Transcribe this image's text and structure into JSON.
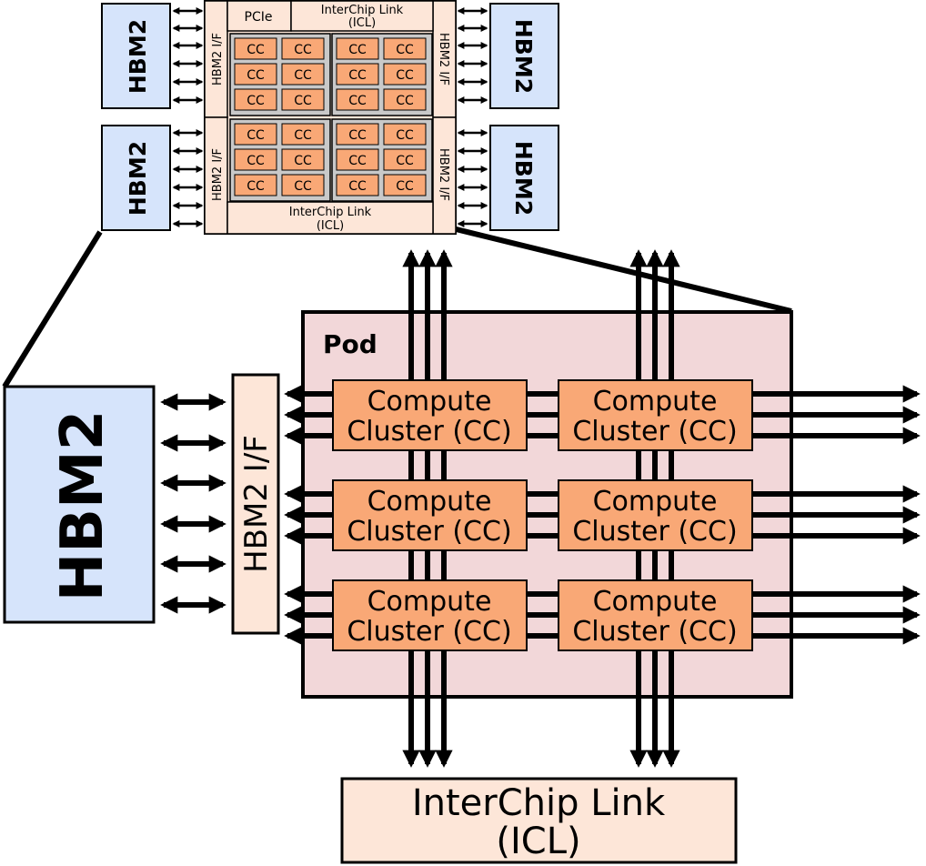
{
  "colors": {
    "hbm_fill": "#d6e4fb",
    "chip_fill": "#fde6d8",
    "pod_fill": "#f2d7d9",
    "cc_fill": "#f9a876",
    "tile_fill": "#c9c9c9",
    "line": "#000000"
  },
  "chip": {
    "hbm_label": "HBM2",
    "hbm_if_label": "HBM2 I/F",
    "pcie_label": "PCIe",
    "icl_top_line1": "InterChip Link",
    "icl_top_line2": "(ICL)",
    "icl_bottom_line1": "InterChip Link",
    "icl_bottom_line2": "(ICL)",
    "cc_short": "CC"
  },
  "detail": {
    "hbm_label": "HBM2",
    "hbm_if_label": "HBM2 I/F",
    "pod_label": "Pod",
    "cc_line1": "Compute",
    "cc_line2": "Cluster (CC)",
    "icl_line1": "InterChip Link",
    "icl_line2": "(ICL)"
  }
}
